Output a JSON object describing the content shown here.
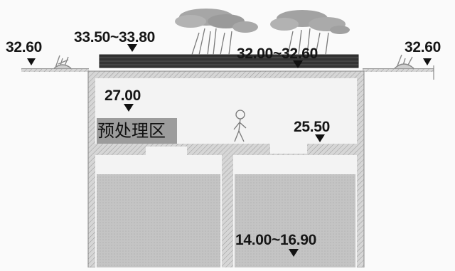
{
  "elevations": {
    "left_ground": "32.60",
    "roof_left": "33.50~33.80",
    "roof_right": "32.00~32.60",
    "right_ground": "32.60",
    "pretreatment_ceiling": "27.00",
    "floor_level": "25.50",
    "bottom": "14.00~16.90"
  },
  "zones": {
    "pretreatment": "预处理区"
  },
  "colors": {
    "structure_fill": "#cfcfcf",
    "roof_slab": "#3a3a3a",
    "tank_fill": "#c2c2c2",
    "label_bg": "#9c9c9c"
  }
}
